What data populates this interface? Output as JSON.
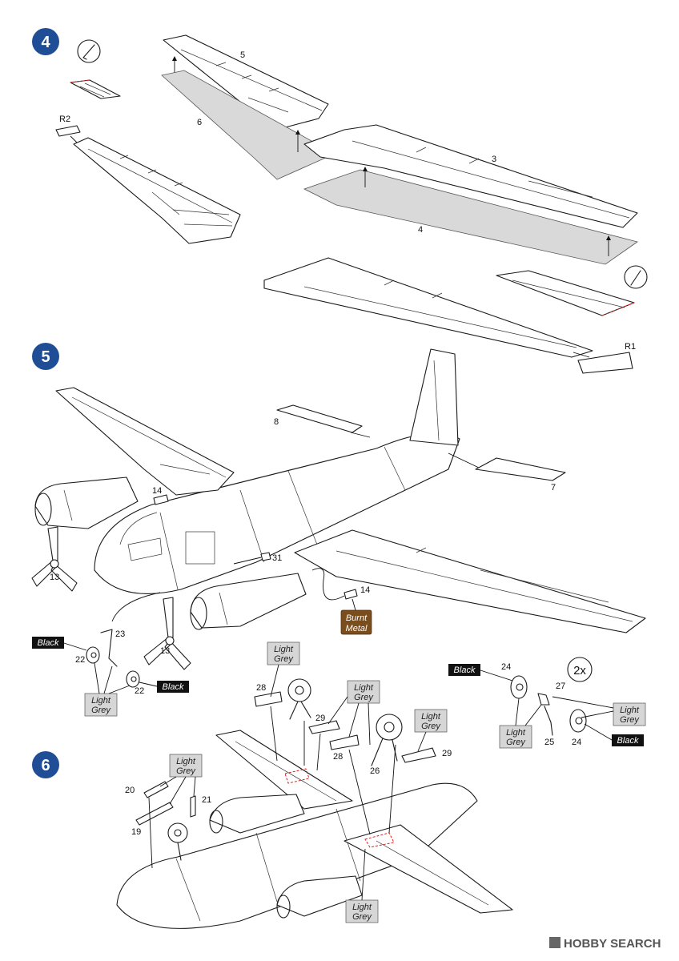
{
  "steps": {
    "s4": "4",
    "s5": "5",
    "s6": "6"
  },
  "parts": {
    "p3": "3",
    "p4": "4",
    "p5": "5",
    "p6": "6",
    "p7": "7",
    "p8": "8",
    "p13a": "13",
    "p13b": "13",
    "p14a": "14",
    "p14b": "14",
    "p19": "19",
    "p20": "20",
    "p21": "21",
    "p22a": "22",
    "p22b": "22",
    "p23": "23",
    "p24a": "24",
    "p24b": "24",
    "p25": "25",
    "p26": "26",
    "p27": "27",
    "p28a": "28",
    "p28b": "28",
    "p29a": "29",
    "p29b": "29",
    "p31": "31",
    "r1": "R1",
    "r2": "R2"
  },
  "multiplier": "2x",
  "colors": {
    "black_label": "Black",
    "light_grey_1": "Light",
    "light_grey_2": "Grey",
    "burnt_1": "Burnt",
    "burnt_2": "Metal",
    "step_color": "#1f4e96",
    "burnt_color": "#7a4d1c",
    "glue_line_color": "#dd2222"
  },
  "watermark": {
    "brand": "HOBBY SEARCH"
  }
}
